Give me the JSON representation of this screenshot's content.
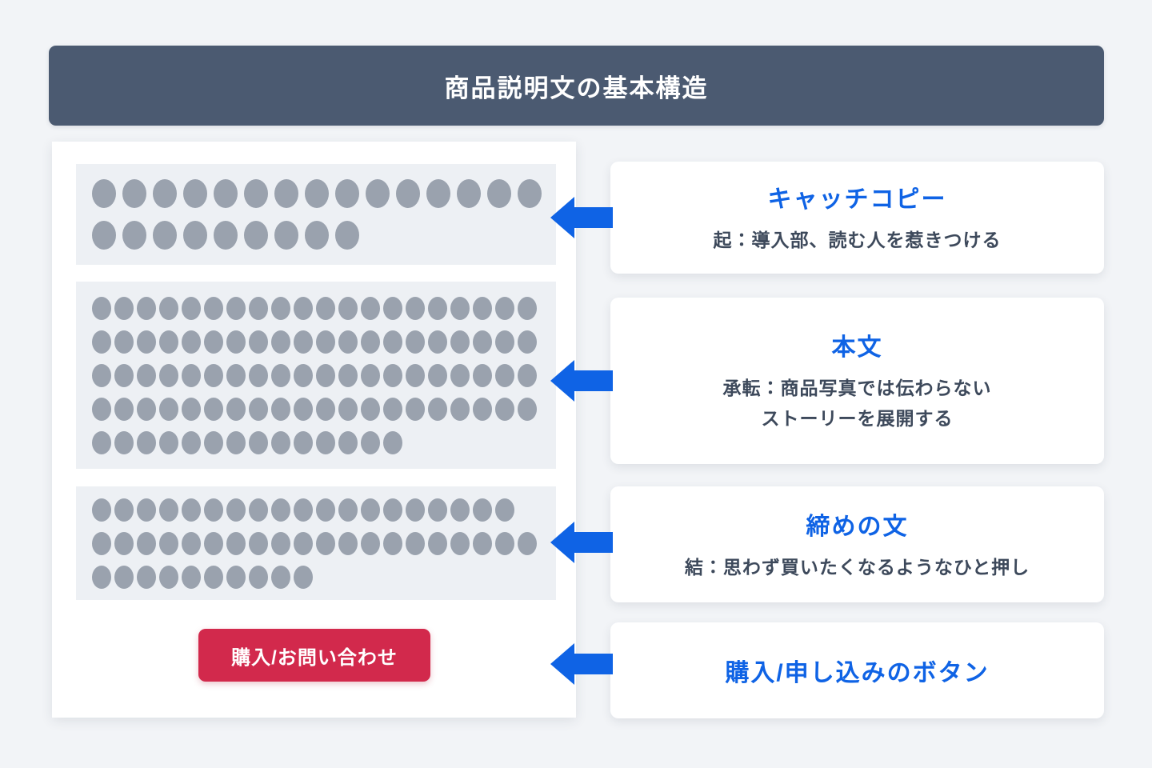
{
  "title": "商品説明文の基本構造",
  "colors": {
    "header_bg": "#4b5a71",
    "accent_blue": "#0f63e5",
    "button_red": "#d2294c",
    "dot_gray": "#9aa2ae",
    "block_bg": "#edf0f4",
    "description_text": "#3d495b"
  },
  "document_preview": {
    "blocks": [
      {
        "name": "catch-copy-lines",
        "dot_size": "large",
        "dot_rows": [
          15,
          9
        ]
      },
      {
        "name": "body-lines",
        "dot_size": "small",
        "dot_rows": [
          20,
          20,
          20,
          20,
          14
        ]
      },
      {
        "name": "closing-lines",
        "dot_size": "small",
        "dot_rows": [
          19,
          20,
          10
        ]
      }
    ],
    "cta_button_label": "購入/お問い合わせ"
  },
  "annotations": [
    {
      "title": "キャッチコピー",
      "description_lines": [
        "起：導入部、読む人を惹きつける"
      ]
    },
    {
      "title": "本文",
      "description_lines": [
        "承転：商品写真では伝わらない",
        "ストーリーを展開する"
      ]
    },
    {
      "title": "締めの文",
      "description_lines": [
        "結：思わず買いたくなるようなひと押し"
      ]
    },
    {
      "title": "購入/申し込みのボタン",
      "description_lines": []
    }
  ]
}
